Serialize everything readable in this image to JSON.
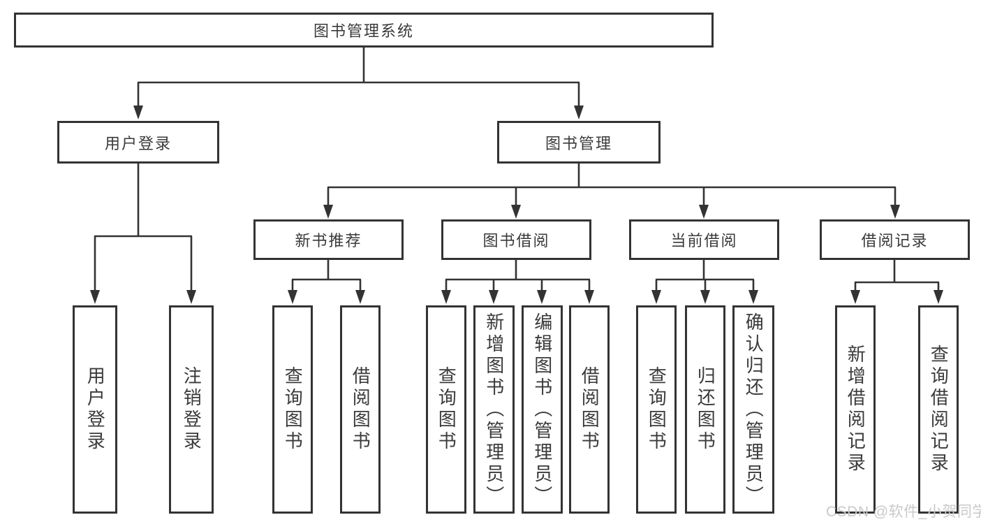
{
  "tree": {
    "root": {
      "label": "图书管理系统"
    },
    "level2": [
      {
        "label": "用户登录"
      },
      {
        "label": "图书管理"
      }
    ],
    "level3": [
      {
        "label": "新书推荐"
      },
      {
        "label": "图书借阅"
      },
      {
        "label": "当前借阅"
      },
      {
        "label": "借阅记录"
      }
    ],
    "leaves": {
      "user_login_group": [
        {
          "label": "用户登录"
        },
        {
          "label": "注销登录"
        }
      ],
      "new_book_group": [
        {
          "label": "查询图书"
        },
        {
          "label": "借阅图书"
        }
      ],
      "book_borrow_group": [
        {
          "label": "查询图书"
        },
        {
          "label": "新增图书（管理员）"
        },
        {
          "label": "编辑图书（管理员）"
        },
        {
          "label": "借阅图书"
        }
      ],
      "current_borrow_group": [
        {
          "label": "查询图书"
        },
        {
          "label": "归还图书"
        },
        {
          "label": "确认归还（管理员）"
        }
      ],
      "borrow_record_group": [
        {
          "label": "新增借阅记录"
        },
        {
          "label": "查询借阅记录"
        }
      ]
    }
  },
  "watermark": "CSDN @软件_小贺同学",
  "colors": {
    "line": "#333333",
    "text": "#3a3a3a",
    "background": "#ffffff",
    "watermark": "#c9c9ce"
  }
}
